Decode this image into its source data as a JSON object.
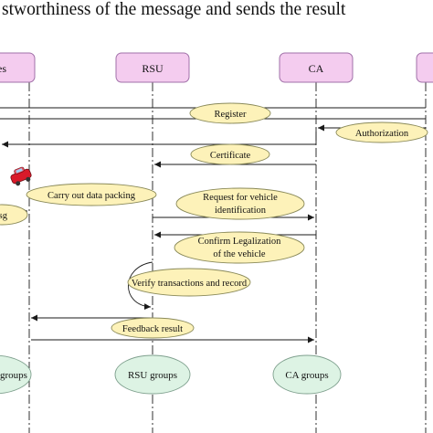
{
  "caption": "stworthiness of the message and sends the result",
  "colors": {
    "actor_fill": "#F4CCEF",
    "actor_stroke": "#A070A8",
    "message_fill": "#FDF2B9",
    "message_stroke": "#8A8A5A",
    "group_fill": "#DDF3E4",
    "group_stroke": "#7FA08E",
    "line": "#1a1a1a",
    "vehicle": "#D91A2A"
  },
  "actors": [
    {
      "id": "vehicles",
      "label": "es"
    },
    {
      "id": "rsu",
      "label": "RSU"
    },
    {
      "id": "ca",
      "label": "CA"
    },
    {
      "id": "right",
      "label": ""
    }
  ],
  "messages": [
    {
      "id": "register",
      "label": "Register"
    },
    {
      "id": "authorization",
      "label": "Authorization"
    },
    {
      "id": "certificate",
      "label": "Certificate"
    },
    {
      "id": "data-packing",
      "label": "Carry out data packing"
    },
    {
      "id": "msg",
      "label": "sg"
    },
    {
      "id": "request",
      "label": "Request for vehicle identification",
      "line1": "Request for vehicle",
      "line2": "identification"
    },
    {
      "id": "confirm",
      "label": "Confirm Legalization of the vehicle",
      "line1": "Confirm Legalization",
      "line2": "of the vehicle"
    },
    {
      "id": "verify",
      "label": "Verify transactions and record"
    },
    {
      "id": "feedback",
      "label": "Feedback result"
    }
  ],
  "groups": [
    {
      "id": "vehicle-groups",
      "label": "groups"
    },
    {
      "id": "rsu-groups",
      "label": "RSU groups"
    },
    {
      "id": "ca-groups",
      "label": "CA groups"
    }
  ]
}
